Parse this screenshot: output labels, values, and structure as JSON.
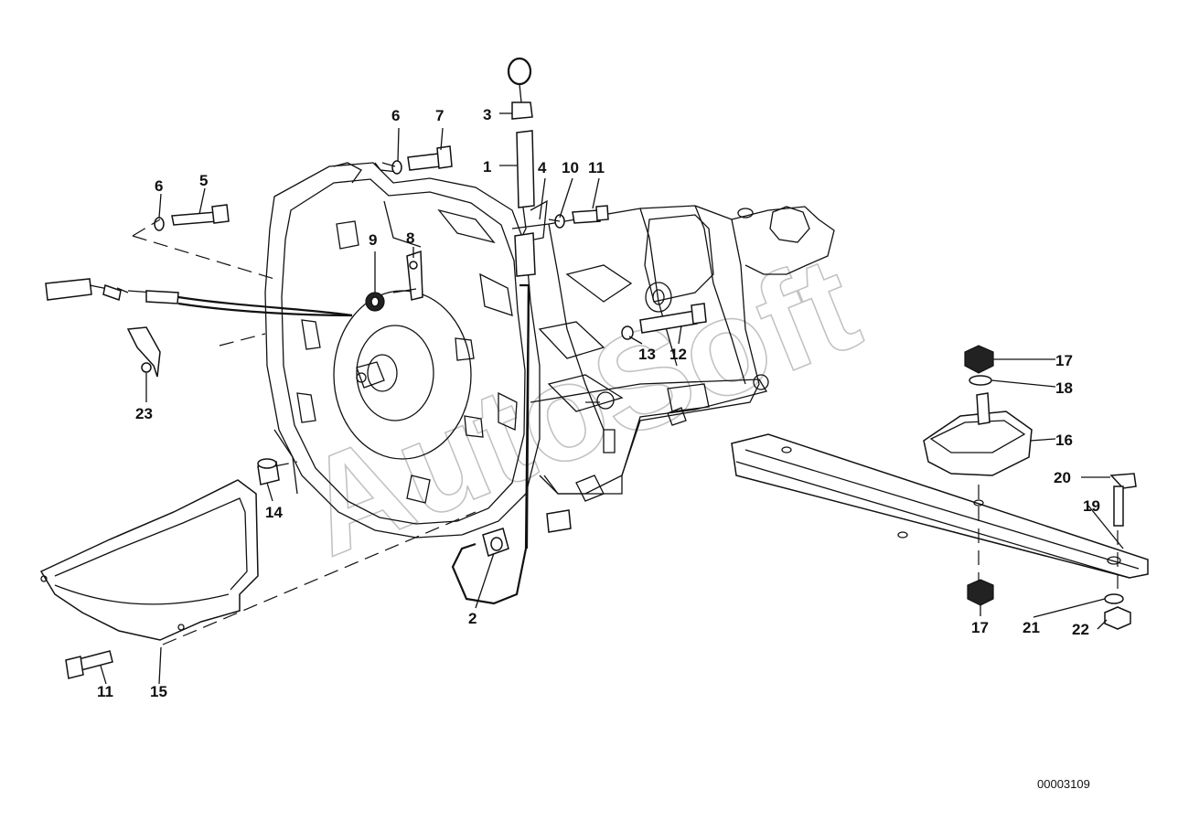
{
  "diagram": {
    "watermark": "AutoSoft",
    "document_number": "00003109",
    "callouts": [
      {
        "id": "c1",
        "text": "1"
      },
      {
        "id": "c2",
        "text": "2"
      },
      {
        "id": "c3",
        "text": "3"
      },
      {
        "id": "c4",
        "text": "4"
      },
      {
        "id": "c5",
        "text": "5"
      },
      {
        "id": "c6a",
        "text": "6"
      },
      {
        "id": "c6b",
        "text": "6"
      },
      {
        "id": "c7",
        "text": "7"
      },
      {
        "id": "c8",
        "text": "8"
      },
      {
        "id": "c9",
        "text": "9"
      },
      {
        "id": "c10",
        "text": "10"
      },
      {
        "id": "c11a",
        "text": "11"
      },
      {
        "id": "c11b",
        "text": "11"
      },
      {
        "id": "c12",
        "text": "12"
      },
      {
        "id": "c13",
        "text": "13"
      },
      {
        "id": "c14",
        "text": "14"
      },
      {
        "id": "c15",
        "text": "15"
      },
      {
        "id": "c16",
        "text": "16"
      },
      {
        "id": "c17a",
        "text": "17"
      },
      {
        "id": "c17b",
        "text": "17"
      },
      {
        "id": "c18",
        "text": "18"
      },
      {
        "id": "c19",
        "text": "19"
      },
      {
        "id": "c20",
        "text": "20"
      },
      {
        "id": "c21",
        "text": "21"
      },
      {
        "id": "c22",
        "text": "22"
      },
      {
        "id": "c23",
        "text": "23"
      }
    ]
  }
}
